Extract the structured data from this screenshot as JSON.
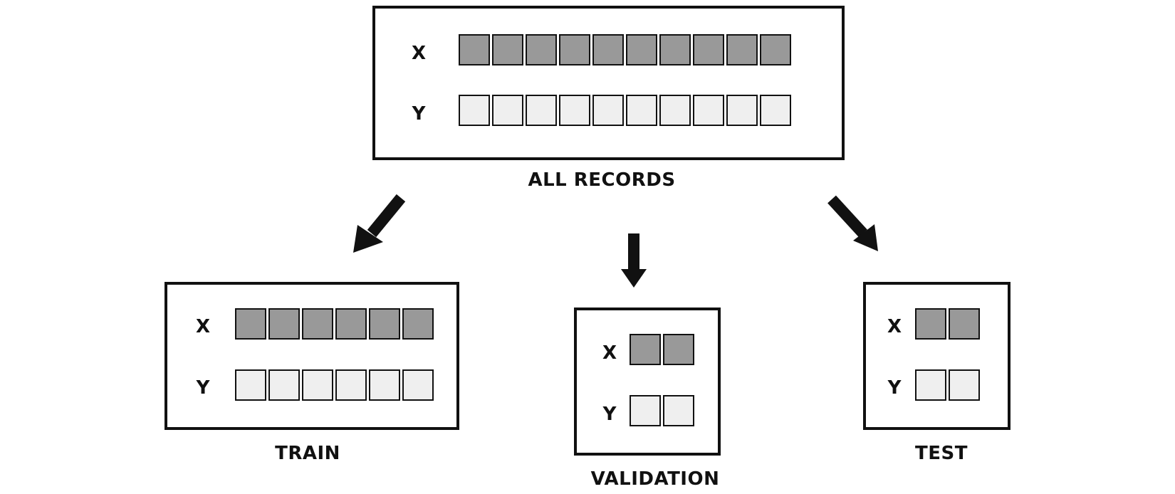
{
  "colors": {
    "x_cell": "#999999",
    "y_cell": "#efefef",
    "stroke": "#111111"
  },
  "all_records": {
    "caption": "ALL RECORDS",
    "x_label": "X",
    "y_label": "Y",
    "records": 10
  },
  "train": {
    "caption": "TRAIN",
    "x_label": "X",
    "y_label": "Y",
    "records": 6
  },
  "validation": {
    "caption": "VALIDATION",
    "x_label": "X",
    "y_label": "Y",
    "records": 2
  },
  "test": {
    "caption": "TEST",
    "x_label": "X",
    "y_label": "Y",
    "records": 2
  }
}
